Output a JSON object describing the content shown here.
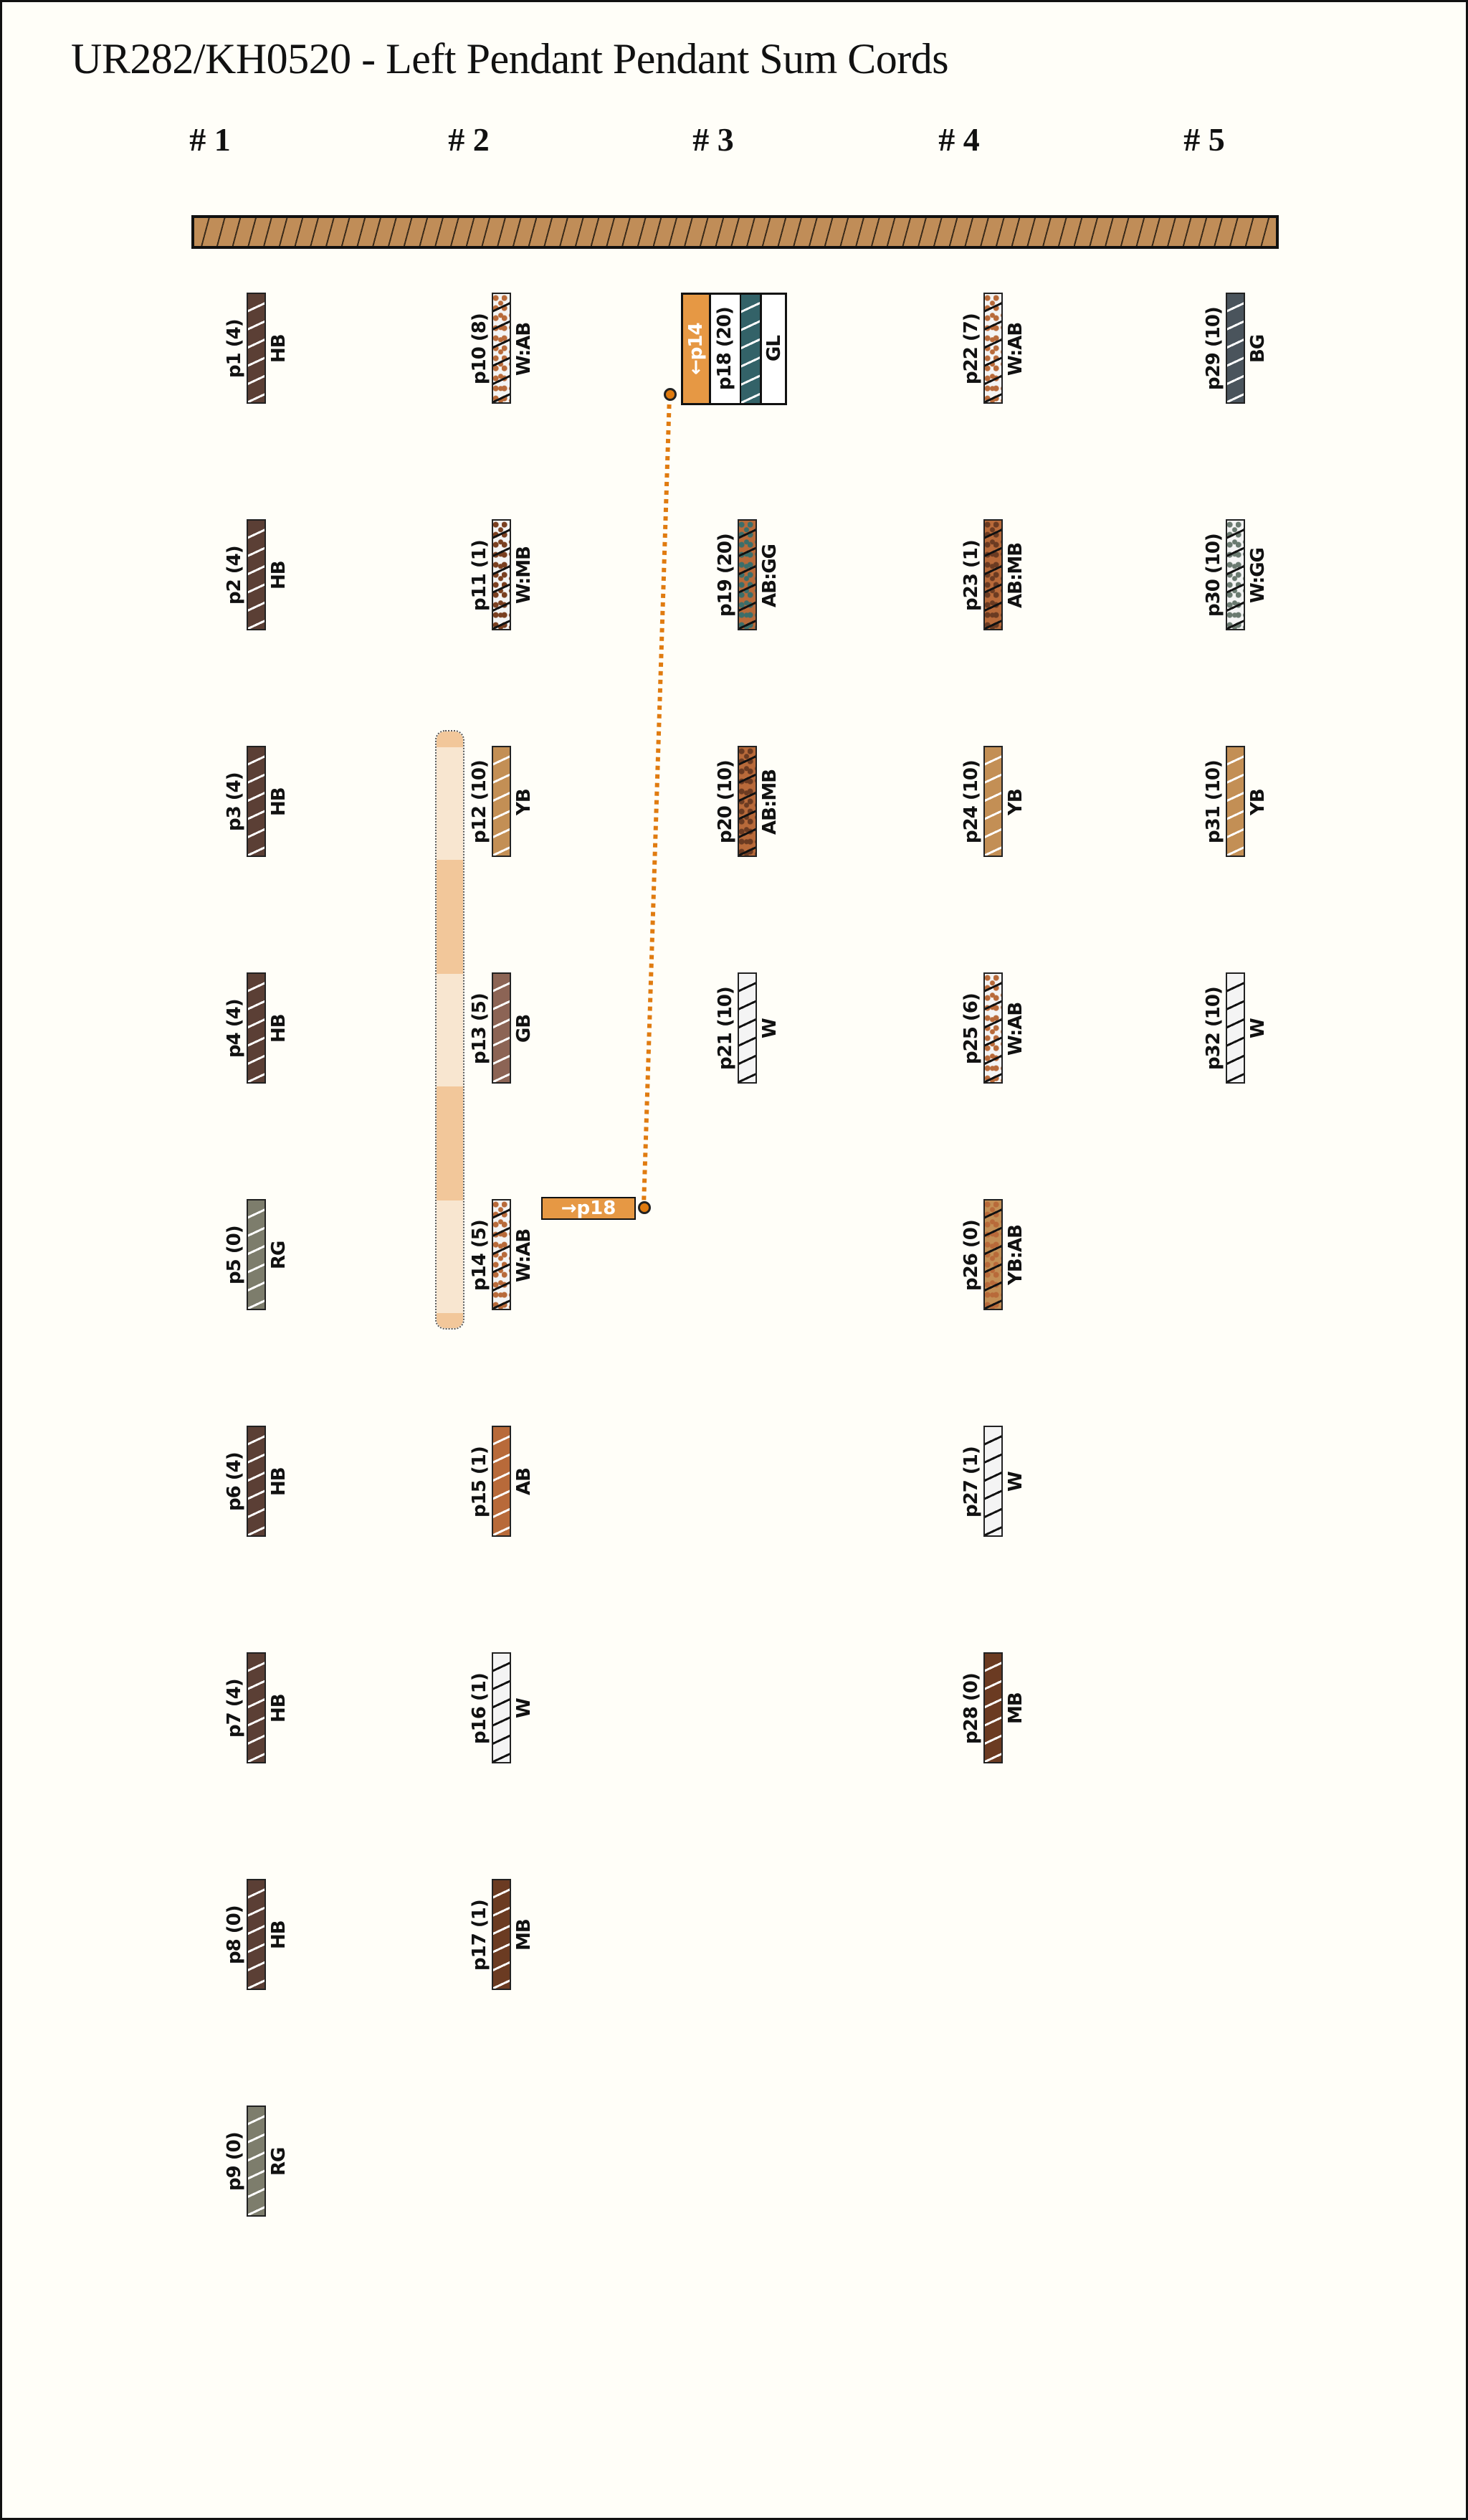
{
  "title": "UR282/KH0520 - Left Pendant Pendant Sum Cords",
  "main_cord_color": "#c08d58",
  "accent": "#e69844",
  "palette": {
    "HB": {
      "base": "#5b3f35",
      "stripe": "#ffffff"
    },
    "W:AB": {
      "base": "#f4f4f4",
      "dots": "#b86a3a",
      "stripe": "#111111"
    },
    "W:MB": {
      "base": "#f4f4f4",
      "dots": "#7a3f20",
      "stripe": "#111111"
    },
    "AB:GG": {
      "base": "#b86a3a",
      "dots": "#3c6e6a",
      "stripe": "#111111"
    },
    "AB:MB": {
      "base": "#b86a3a",
      "dots": "#6b3b22",
      "stripe": "#111111"
    },
    "YB": {
      "base": "#c38f55",
      "stripe": "#ffffff"
    },
    "GB": {
      "base": "#8c6455",
      "stripe": "#ffffff"
    },
    "W": {
      "base": "#f4f4f4",
      "stripe": "#111111"
    },
    "RG": {
      "base": "#7d7d6c",
      "stripe": "#ffffff"
    },
    "BG": {
      "base": "#4a545c",
      "stripe": "#ffffff"
    },
    "MB": {
      "base": "#6b3b22",
      "stripe": "#ffffff"
    },
    "AB": {
      "base": "#b86a3a",
      "stripe": "#ffffff"
    },
    "YB:AB": {
      "base": "#c38f55",
      "dots": "#b86a3a",
      "stripe": "#111111"
    },
    "W:GG": {
      "base": "#f4f4f4",
      "dots": "#6a7a70",
      "stripe": "#111111"
    },
    "GL": {
      "base": "#336268",
      "stripe": "#ffffff"
    }
  },
  "columns": [
    {
      "header": "# 1",
      "cords": [
        {
          "row": 0,
          "name": "p1 (4)",
          "color": "HB"
        },
        {
          "row": 1,
          "name": "p2 (4)",
          "color": "HB"
        },
        {
          "row": 2,
          "name": "p3 (4)",
          "color": "HB"
        },
        {
          "row": 3,
          "name": "p4 (4)",
          "color": "HB"
        },
        {
          "row": 4,
          "name": "p5 (0)",
          "color": "RG"
        },
        {
          "row": 5,
          "name": "p6 (4)",
          "color": "HB"
        },
        {
          "row": 6,
          "name": "p7 (4)",
          "color": "HB"
        },
        {
          "row": 7,
          "name": "p8 (0)",
          "color": "HB"
        },
        {
          "row": 8,
          "name": "p9 (0)",
          "color": "RG"
        }
      ]
    },
    {
      "header": "# 2",
      "cords": [
        {
          "row": 0,
          "name": "p10 (8)",
          "color": "W:AB"
        },
        {
          "row": 1,
          "name": "p11 (1)",
          "color": "W:MB"
        },
        {
          "row": 2,
          "name": "p12 (10)",
          "color": "YB"
        },
        {
          "row": 3,
          "name": "p13 (5)",
          "color": "GB"
        },
        {
          "row": 4,
          "name": "p14 (5)",
          "color": "W:AB"
        },
        {
          "row": 5,
          "name": "p15 (1)",
          "color": "AB"
        },
        {
          "row": 6,
          "name": "p16 (1)",
          "color": "W"
        },
        {
          "row": 7,
          "name": "p17 (1)",
          "color": "MB"
        }
      ]
    },
    {
      "header": "# 3",
      "cords": [
        {
          "row": 1,
          "name": "p19 (20)",
          "color": "AB:GG"
        },
        {
          "row": 2,
          "name": "p20 (10)",
          "color": "AB:MB"
        },
        {
          "row": 3,
          "name": "p21 (10)",
          "color": "W"
        }
      ]
    },
    {
      "header": "# 4",
      "cords": [
        {
          "row": 0,
          "name": "p22 (7)",
          "color": "W:AB"
        },
        {
          "row": 1,
          "name": "p23 (1)",
          "color": "AB:MB"
        },
        {
          "row": 2,
          "name": "p24 (10)",
          "color": "YB"
        },
        {
          "row": 3,
          "name": "p25 (6)",
          "color": "W:AB"
        },
        {
          "row": 4,
          "name": "p26 (0)",
          "color": "YB:AB"
        },
        {
          "row": 5,
          "name": "p27 (1)",
          "color": "W"
        },
        {
          "row": 6,
          "name": "p28 (0)",
          "color": "MB"
        }
      ]
    },
    {
      "header": "# 5",
      "cords": [
        {
          "row": 0,
          "name": "p29 (10)",
          "color": "BG"
        },
        {
          "row": 1,
          "name": "p30 (10)",
          "color": "W:GG"
        },
        {
          "row": 2,
          "name": "p31 (10)",
          "color": "YB"
        },
        {
          "row": 3,
          "name": "p32 (10)",
          "color": "W"
        }
      ]
    }
  ],
  "sum_group": {
    "link_label": "←p14",
    "name": "p18 (20)",
    "color": "GL"
  },
  "pointer": {
    "label": "→p18"
  }
}
